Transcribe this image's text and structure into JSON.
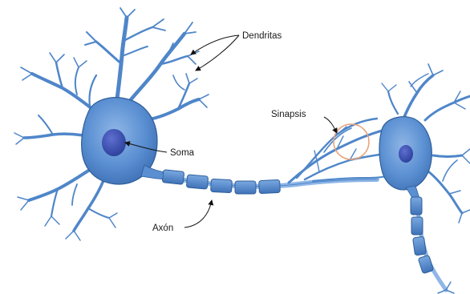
{
  "labels": {
    "dendrites": "Dendritas",
    "synapse": "Sinapsis",
    "soma": "Soma",
    "axon": "Axón"
  },
  "colors": {
    "membrane_fill": "#5b8fd0",
    "membrane_light": "#a9c7ec",
    "membrane_stroke": "#2f5f9a",
    "nucleus": "#2f4fa8",
    "myelin": "#4a7fc6",
    "synapse_ring": "#e8a27a",
    "leader": "#111111"
  }
}
